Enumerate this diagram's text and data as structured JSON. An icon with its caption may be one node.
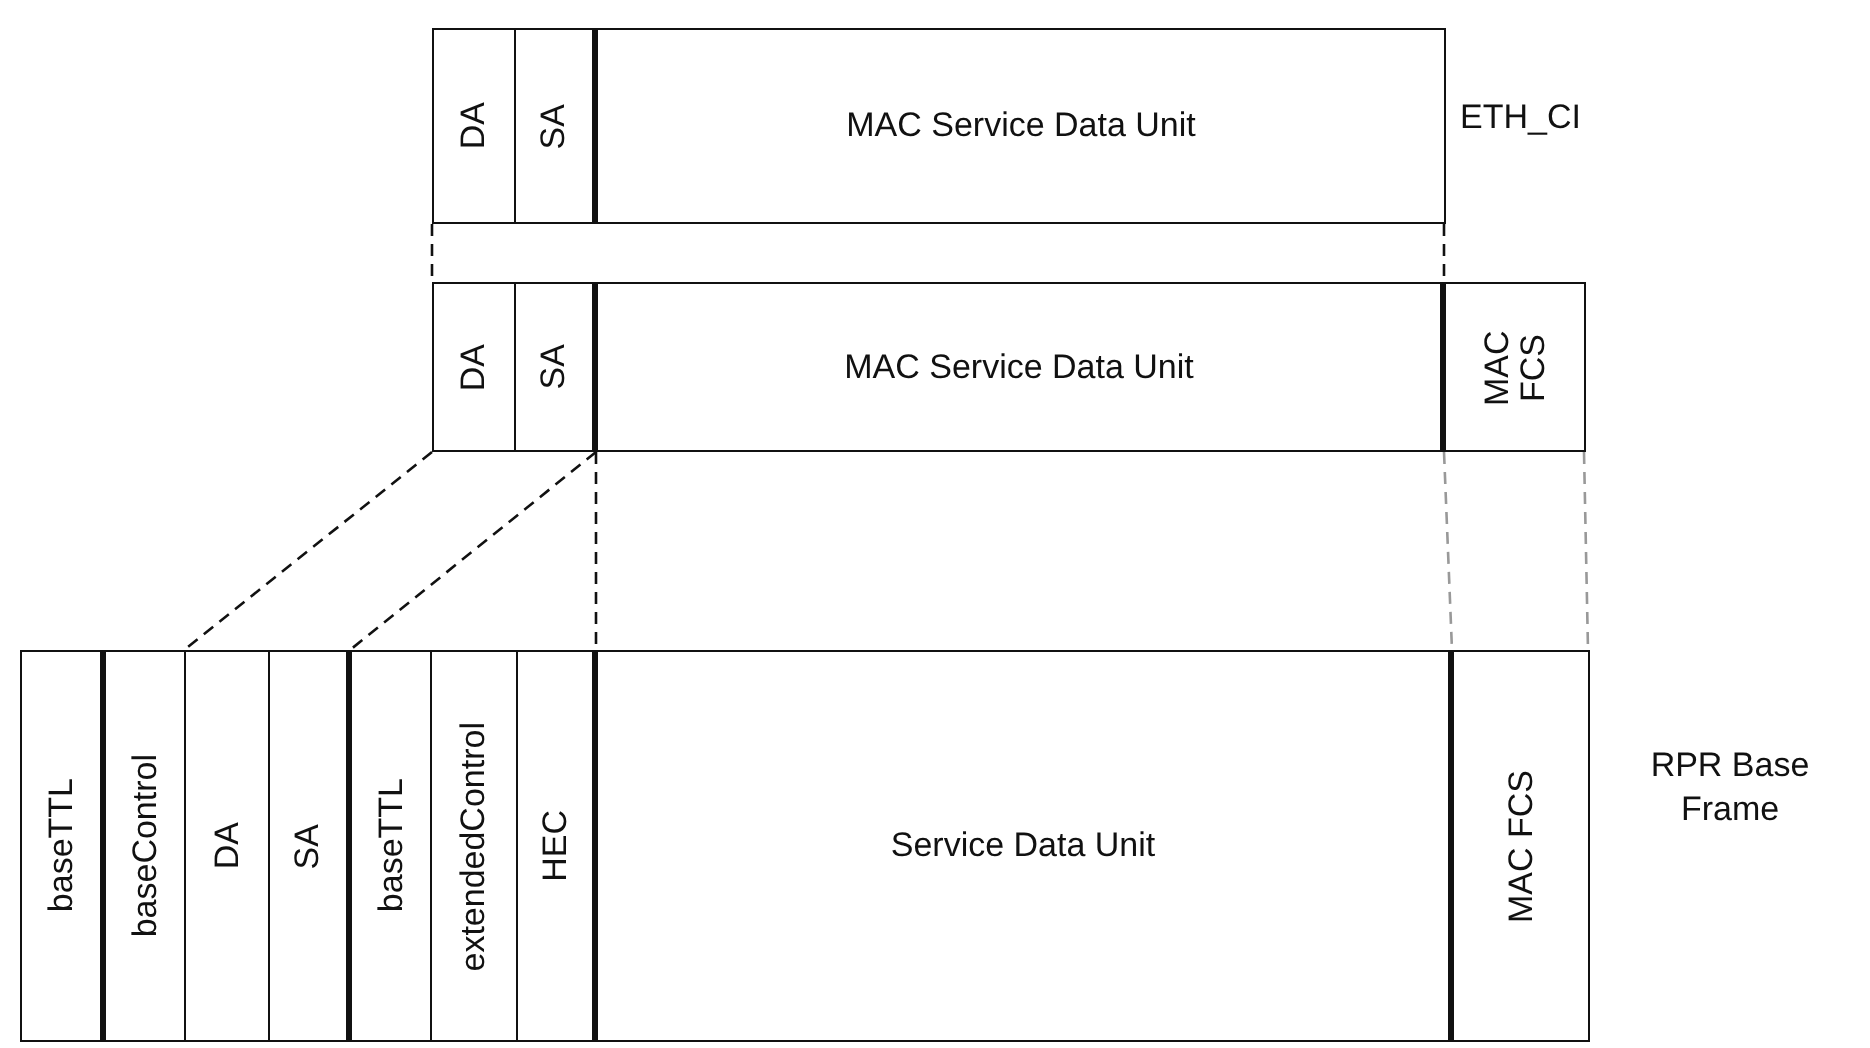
{
  "diagram": {
    "nodes": [
      {
        "text": [
          "DA"
        ]
      },
      {
        "text": [
          "SA"
        ]
      },
      {
        "text": [
          "MAC Service Data Unit"
        ]
      },
      {
        "text": [
          "DA"
        ]
      },
      {
        "text": [
          "SA"
        ]
      },
      {
        "text": [
          "MAC Service Data Unit"
        ]
      },
      {
        "text": [
          "MAC FCS"
        ]
      },
      {
        "text": [
          "baseTTL"
        ]
      },
      {
        "text": [
          "baseControl"
        ]
      },
      {
        "text": [
          "DA"
        ]
      },
      {
        "text": [
          "SA"
        ]
      },
      {
        "text": [
          "baseTTL"
        ]
      },
      {
        "text": [
          "extendedControl"
        ]
      },
      {
        "text": [
          "HEC"
        ]
      },
      {
        "text": [
          "Service Data Unit"
        ]
      },
      {
        "text": [
          "MAC FCS"
        ]
      }
    ],
    "edges": [
      {
        "from": 0,
        "to": 3,
        "arrow": "none",
        "style": "dashed"
      },
      {
        "from": 2,
        "to": 5,
        "arrow": "none",
        "style": "dashed"
      },
      {
        "from": 3,
        "to": 9,
        "arrow": "none",
        "style": "dashed"
      },
      {
        "from": 4,
        "to": 10,
        "arrow": "none",
        "style": "dashed"
      },
      {
        "from": 5,
        "to": 14,
        "arrow": "none",
        "style": "dashed"
      },
      {
        "from": 5,
        "to": 14,
        "arrow": "none",
        "style": "dashed",
        "color": "#999999"
      },
      {
        "from": 6,
        "to": 15,
        "arrow": "none",
        "style": "dashed",
        "color": "#999999"
      }
    ],
    "labels": [
      "ETH_CI",
      "RPR Base Frame"
    ]
  }
}
